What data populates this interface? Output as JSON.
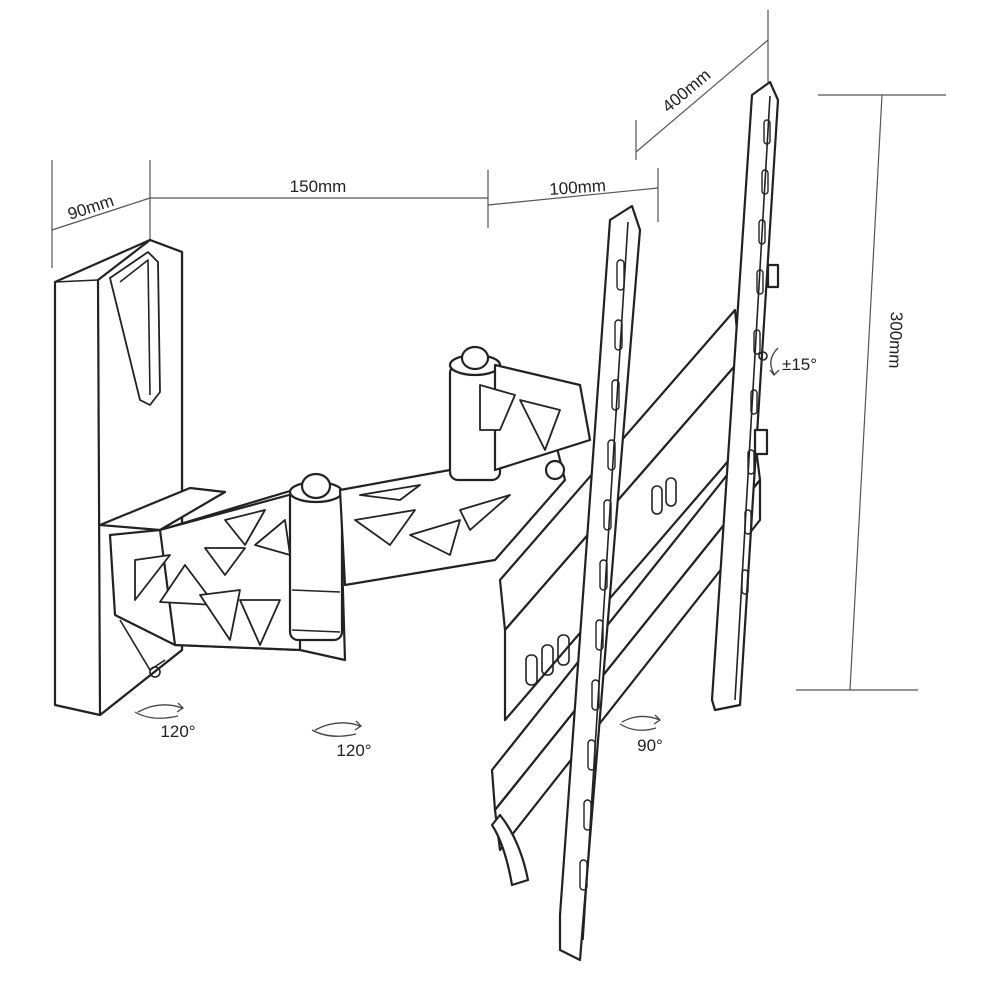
{
  "dimensions": {
    "wall_plate_depth": "90mm",
    "arm_first_segment": "150mm",
    "arm_second_segment": "100mm",
    "vesa_width": "400mm",
    "vesa_height": "300mm"
  },
  "rotations": {
    "wall_pivot": "120°",
    "arm_pivot": "120°",
    "tv_swivel": "90°",
    "tilt": "±15°"
  }
}
